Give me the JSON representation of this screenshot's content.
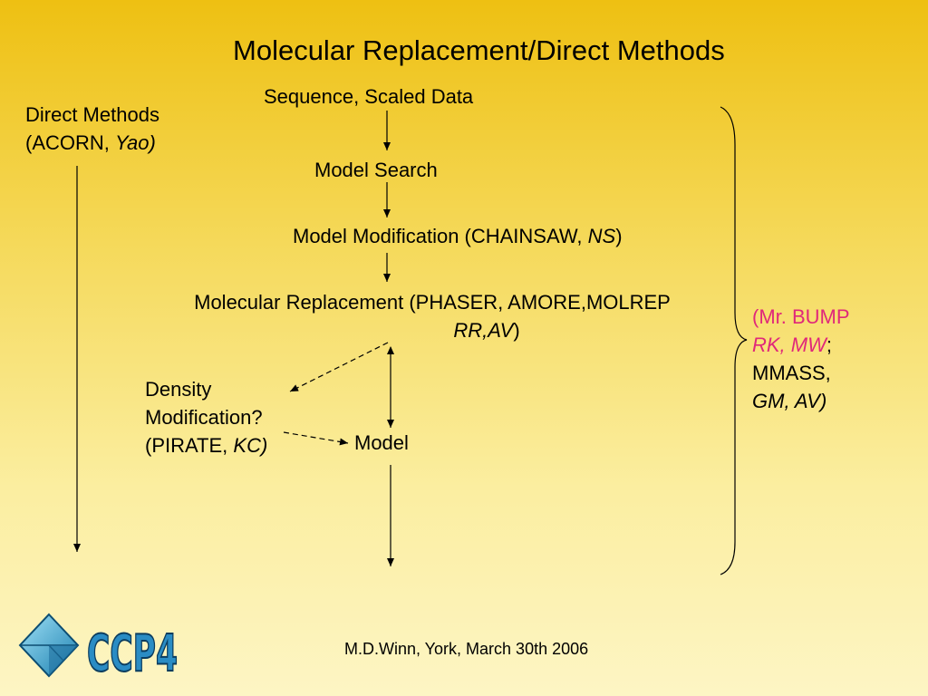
{
  "title": "Molecular Replacement/Direct Methods",
  "direct_methods": {
    "line1": "Direct Methods",
    "line2_prefix": "(ACORN, ",
    "line2_italic": "Yao)"
  },
  "steps": {
    "sequence": "Sequence, Scaled Data",
    "model_search": "Model Search",
    "model_mod_prefix": "Model Modification (CHAINSAW, ",
    "model_mod_italic": "NS",
    "model_mod_suffix": ")",
    "mr_line1": "Molecular Replacement (PHASER, AMORE,MOLREP",
    "mr_italic": "RR,AV",
    "mr_suffix": ")",
    "model": "Model"
  },
  "density": {
    "line1": "Density",
    "line2": "Modification?",
    "line3_prefix": "(PIRATE, ",
    "line3_italic": "KC)"
  },
  "side_note": {
    "line1": "(Mr. BUMP",
    "line2_italic": "RK, MW",
    "line2_suffix": ";",
    "line3": "MMASS,",
    "line4_italic": "GM, AV)",
    "accent_color": "#e0287a"
  },
  "logo": {
    "text": "CCP4"
  },
  "footer": "M.D.Winn, York, March 30th 2006"
}
